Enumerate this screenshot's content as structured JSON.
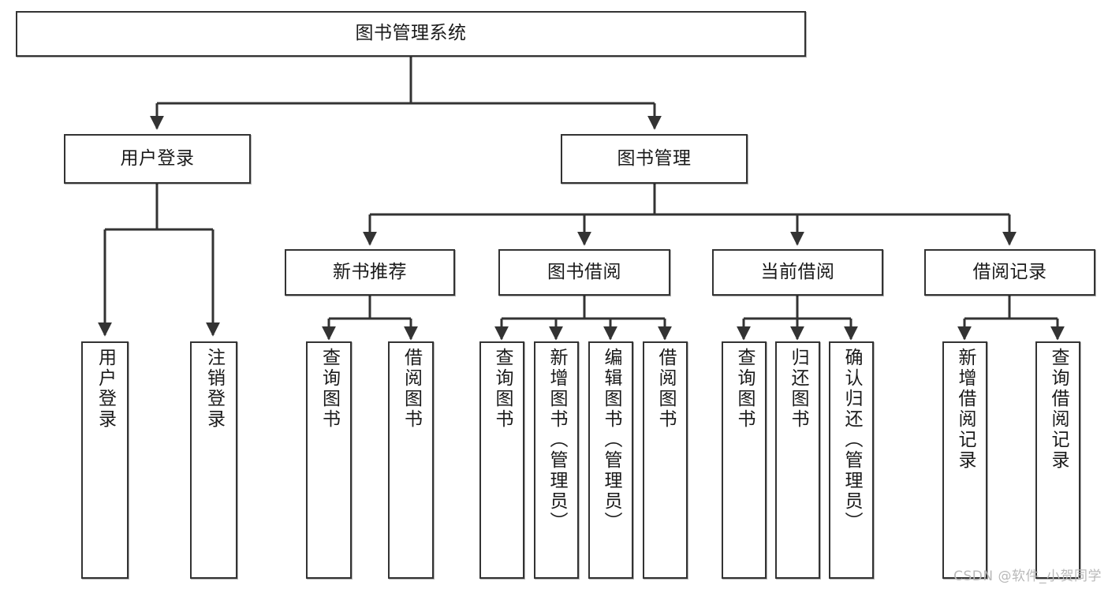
{
  "diagram": {
    "type": "tree-hierarchy",
    "title": "图书管理系统",
    "orientation": "top-down",
    "colors": {
      "box_border": "#333333",
      "box_fill": "#ffffff",
      "edge": "#333333",
      "text": "#1a1a1a",
      "watermark": "#b9b9b9",
      "background": "#ffffff"
    },
    "nodes": {
      "root": {
        "label": "图书管理系统",
        "level": 1,
        "text_direction": "horizontal"
      },
      "level2": [
        {
          "id": "user-login",
          "label": "用户登录",
          "text_direction": "horizontal"
        },
        {
          "id": "book-manage",
          "label": "图书管理",
          "text_direction": "horizontal"
        }
      ],
      "level3": [
        {
          "id": "new-book-recommend",
          "label": "新书推荐",
          "parent": "book-manage",
          "text_direction": "horizontal"
        },
        {
          "id": "book-borrow",
          "label": "图书借阅",
          "parent": "book-manage",
          "text_direction": "horizontal"
        },
        {
          "id": "current-borrow",
          "label": "当前借阅",
          "parent": "book-manage",
          "text_direction": "horizontal"
        },
        {
          "id": "borrow-record",
          "label": "借阅记录",
          "parent": "book-manage",
          "text_direction": "horizontal"
        }
      ],
      "leaves": [
        {
          "id": "leaf-user-login",
          "label": "用户登录",
          "parent": "user-login",
          "text_direction": "vertical"
        },
        {
          "id": "leaf-user-logout",
          "label": "注销登录",
          "parent": "user-login",
          "text_direction": "vertical"
        },
        {
          "id": "leaf-query-book-1",
          "label": "查询图书",
          "parent": "new-book-recommend",
          "text_direction": "vertical"
        },
        {
          "id": "leaf-borrow-book-1",
          "label": "借阅图书",
          "parent": "new-book-recommend",
          "text_direction": "vertical"
        },
        {
          "id": "leaf-query-book-2",
          "label": "查询图书",
          "parent": "book-borrow",
          "text_direction": "vertical"
        },
        {
          "id": "leaf-add-book",
          "label": "新增图书（管理员）",
          "parent": "book-borrow",
          "text_direction": "vertical"
        },
        {
          "id": "leaf-edit-book",
          "label": "编辑图书（管理员）",
          "parent": "book-borrow",
          "text_direction": "vertical"
        },
        {
          "id": "leaf-borrow-book-2",
          "label": "借阅图书",
          "parent": "book-borrow",
          "text_direction": "vertical"
        },
        {
          "id": "leaf-query-book-3",
          "label": "查询图书",
          "parent": "current-borrow",
          "text_direction": "vertical"
        },
        {
          "id": "leaf-return-book",
          "label": "归还图书",
          "parent": "current-borrow",
          "text_direction": "vertical"
        },
        {
          "id": "leaf-confirm-return",
          "label": "确认归还（管理员）",
          "parent": "current-borrow",
          "text_direction": "vertical"
        },
        {
          "id": "leaf-add-record",
          "label": "新增借阅记录",
          "parent": "borrow-record",
          "text_direction": "vertical"
        },
        {
          "id": "leaf-query-record",
          "label": "查询借阅记录",
          "parent": "borrow-record",
          "text_direction": "vertical"
        }
      ]
    },
    "watermark": "CSDN @软件_小贺同学"
  }
}
